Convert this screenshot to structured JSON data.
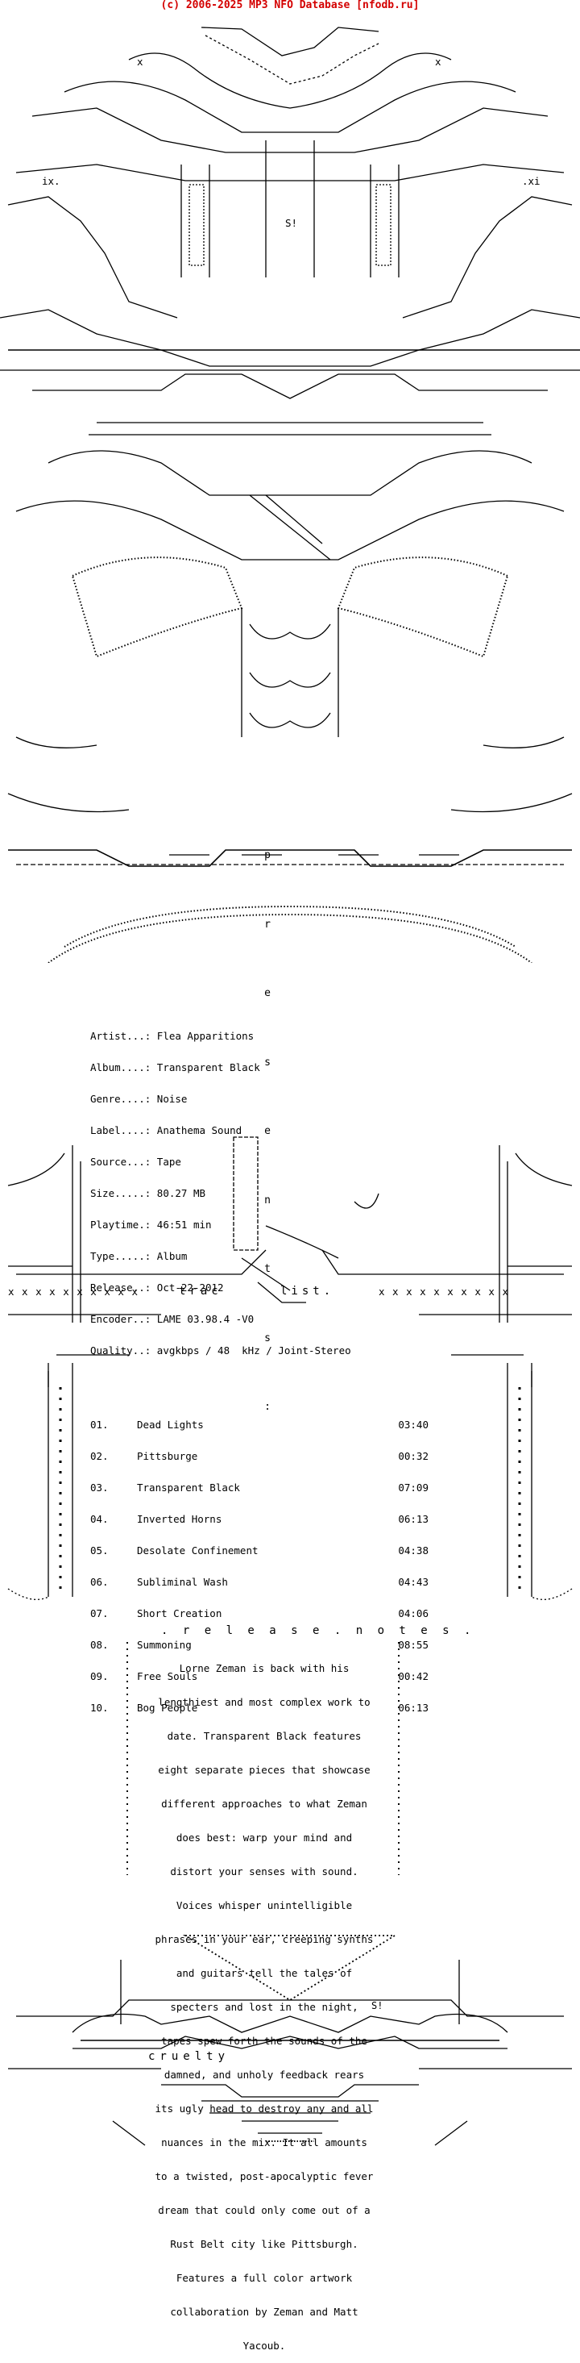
{
  "header": {
    "text": "(c) 2006-2025 MP3 NFO Database [nfodb.ru]"
  },
  "presents": {
    "letters": [
      "p",
      "r",
      "e",
      "s",
      "e",
      "n",
      "t",
      "s",
      ":"
    ]
  },
  "release_info": [
    {
      "label": "Artist...:",
      "value": "Flea Apparitions"
    },
    {
      "label": "Album....:",
      "value": "Transparent Black"
    },
    {
      "label": "Genre....:",
      "value": "Noise"
    },
    {
      "label": "Label....:",
      "value": "Anathema Sound"
    },
    {
      "label": "Source...:",
      "value": "Tape"
    },
    {
      "label": "Size.....:",
      "value": "80.27 MB"
    },
    {
      "label": "Playtime.:",
      "value": "46:51 min"
    },
    {
      "label": "Type.....:",
      "value": "Album"
    },
    {
      "label": "Release..:",
      "value": "Oct-22-2012"
    },
    {
      "label": "Encoder..:",
      "value": "LAME 03.98.4 -V0"
    },
    {
      "label": "Quality..:",
      "value": "avgkbps / 48  kHz / Joint-Stereo"
    }
  ],
  "tracklist": {
    "heading_left": "trac",
    "heading_right": "list.",
    "x_row": "x x x x x x x x x x",
    "tracks": [
      {
        "num": "01.",
        "title": "Dead Lights",
        "time": "03:40"
      },
      {
        "num": "02.",
        "title": "Pittsburge",
        "time": "00:32"
      },
      {
        "num": "03.",
        "title": "Transparent Black",
        "time": "07:09"
      },
      {
        "num": "04.",
        "title": "Inverted Horns",
        "time": "06:13"
      },
      {
        "num": "05.",
        "title": "Desolate Confinement",
        "time": "04:38"
      },
      {
        "num": "06.",
        "title": "Subliminal Wash",
        "time": "04:43"
      },
      {
        "num": "07.",
        "title": "Short Creation",
        "time": "04:06"
      },
      {
        "num": "08.",
        "title": "Summoning",
        "time": "08:55"
      },
      {
        "num": "09.",
        "title": "Free Souls",
        "time": "00:42"
      },
      {
        "num": "10.",
        "title": "Bog People",
        "time": "06:13"
      }
    ]
  },
  "release_notes": {
    "heading": ". r e l e a s e . n o t e s .",
    "lines": [
      "Lorne Zeman is back with his",
      "lengthiest and most complex work to",
      "date. Transparent Black features",
      "eight separate pieces that showcase",
      "different approaches to what Zeman",
      "does best: warp your mind and",
      "distort your senses with sound.",
      "Voices whisper unintelligible",
      "phrases in your ear, creeping synths",
      "and guitars tell the tales of",
      "specters and lost in the night,",
      "tapes spew forth the sounds of the",
      "damned, and unholy feedback rears",
      "its ugly head to destroy any and all",
      "nuances in the mix. It all amounts",
      "to a twisted, post-apocalyptic fever",
      "dream that could only come out of a",
      "Rust Belt city like Pittsburgh.",
      "Features a full color artwork",
      "collaboration by Zeman and Matt",
      "Yacoub."
    ]
  },
  "footer": {
    "tag": "cruelty",
    "s_mark": "S!"
  },
  "art_marks": {
    "x_left": "x",
    "x_right": "x",
    "xi_left": "ix.",
    "xi_right": ".xi",
    "s_top": "S!"
  }
}
